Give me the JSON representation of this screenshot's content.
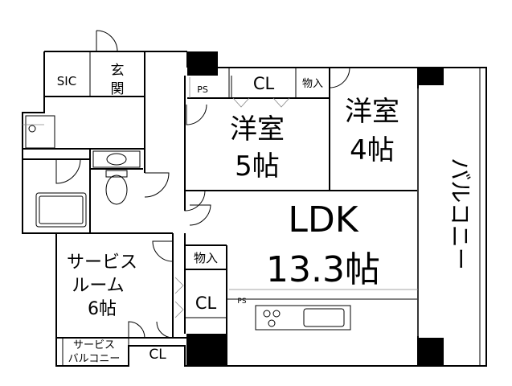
{
  "plan": {
    "rooms": {
      "sic": "SIC",
      "entrance": [
        "玄",
        "関"
      ],
      "ps_top": "PS",
      "cl_top": "CL",
      "storage_top": "物入",
      "western5": [
        "洋室",
        "5帖"
      ],
      "western4": [
        "洋室",
        "4帖"
      ],
      "ldk": [
        "LDK",
        "13.3帖"
      ],
      "balcony": "バルコニー",
      "service_room": [
        "サービス",
        "ルーム",
        "6帖"
      ],
      "storage_mid": "物入",
      "cl_mid": "CL",
      "ps_kitchen": "PS",
      "service_balcony": [
        "サービス",
        "バルコニー"
      ],
      "cl_bottom": "CL"
    }
  }
}
